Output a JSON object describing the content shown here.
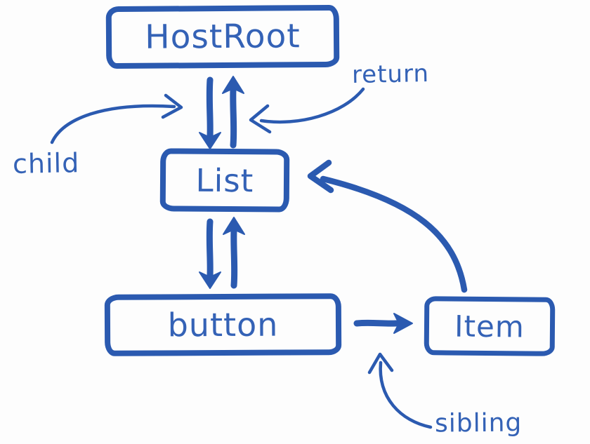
{
  "nodes": [
    {
      "id": "hostroot",
      "label": "HostRoot"
    },
    {
      "id": "list",
      "label": "List"
    },
    {
      "id": "button",
      "label": "button"
    },
    {
      "id": "item",
      "label": "Item"
    }
  ],
  "edge_labels": [
    {
      "id": "child",
      "text": "child"
    },
    {
      "id": "return",
      "text": "return"
    },
    {
      "id": "sibling",
      "text": "sibling"
    }
  ],
  "edges": [
    {
      "from": "HostRoot",
      "to": "List",
      "relation": "child"
    },
    {
      "from": "List",
      "to": "HostRoot",
      "relation": "return"
    },
    {
      "from": "List",
      "to": "button",
      "relation": "child"
    },
    {
      "from": "button",
      "to": "List",
      "relation": "return"
    },
    {
      "from": "button",
      "to": "Item",
      "relation": "sibling"
    },
    {
      "from": "Item",
      "to": "List",
      "relation": "return"
    }
  ],
  "colors": {
    "ink": "#2b5ab0",
    "text_ink": "#3462b6",
    "background": "#fdfdfd"
  }
}
